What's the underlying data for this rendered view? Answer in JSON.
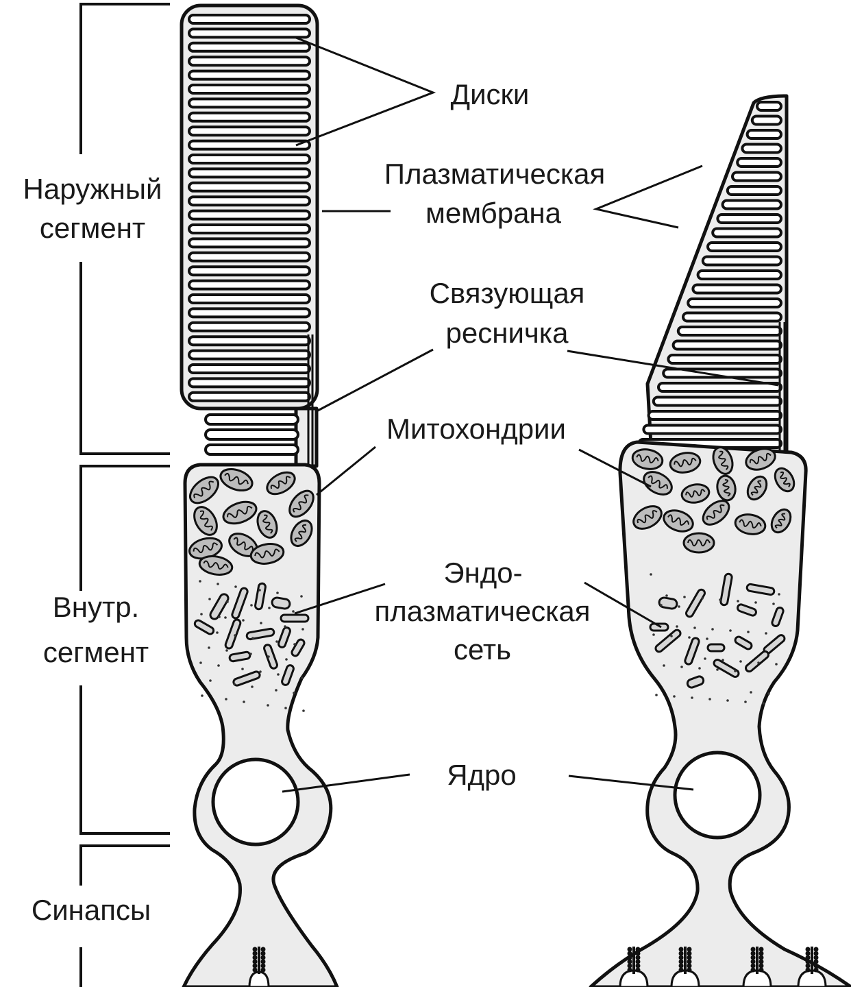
{
  "region_labels": {
    "outer_segment": [
      "Наружный",
      "сегмент"
    ],
    "inner_segment": [
      "Внутр.",
      "сегмент"
    ],
    "synapse": "Синапсы"
  },
  "part_labels": {
    "discs": "Диски",
    "plasma_membrane": [
      "Плазматическая",
      "мембрана"
    ],
    "connecting_cilium": [
      "Связующая",
      "ресничка"
    ],
    "mitochondria": "Митохондрии",
    "endoplasmic_reticulum": [
      "Эндо-",
      "плазматическая",
      "сеть"
    ],
    "nucleus": "Ядро"
  }
}
